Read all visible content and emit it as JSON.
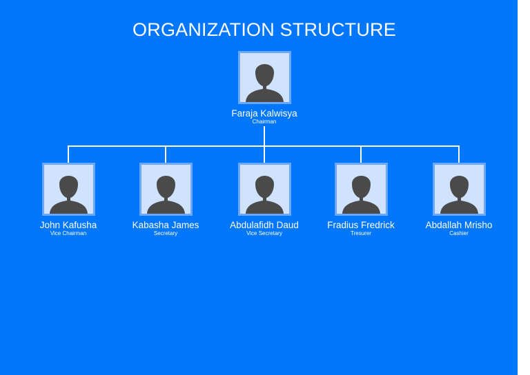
{
  "diagram": {
    "title": "ORGANIZATION STRUCTURE",
    "colors": {
      "background": "#0277fb",
      "frame": "#6ba6ff",
      "frame_inner": "#cfe3ff",
      "silhouette": "#4a4a4a",
      "text": "#ffffff"
    },
    "root": {
      "name": "Faraja Kalwisya",
      "role": "Chairman",
      "icon": "person-silhouette-icon"
    },
    "members": [
      {
        "name": "John Kafusha",
        "role": "Vice Chairman",
        "icon": "person-silhouette-icon"
      },
      {
        "name": "Kabasha James",
        "role": "Secretary",
        "icon": "person-silhouette-icon"
      },
      {
        "name": "Abdulafidh Daud",
        "role": "Vice Secretary",
        "icon": "person-silhouette-icon"
      },
      {
        "name": "Fradius Fredrick",
        "role": "Tresurer",
        "icon": "person-silhouette-icon"
      },
      {
        "name": "Abdallah Mrisho",
        "role": "Cashier",
        "icon": "person-silhouette-icon"
      }
    ]
  }
}
